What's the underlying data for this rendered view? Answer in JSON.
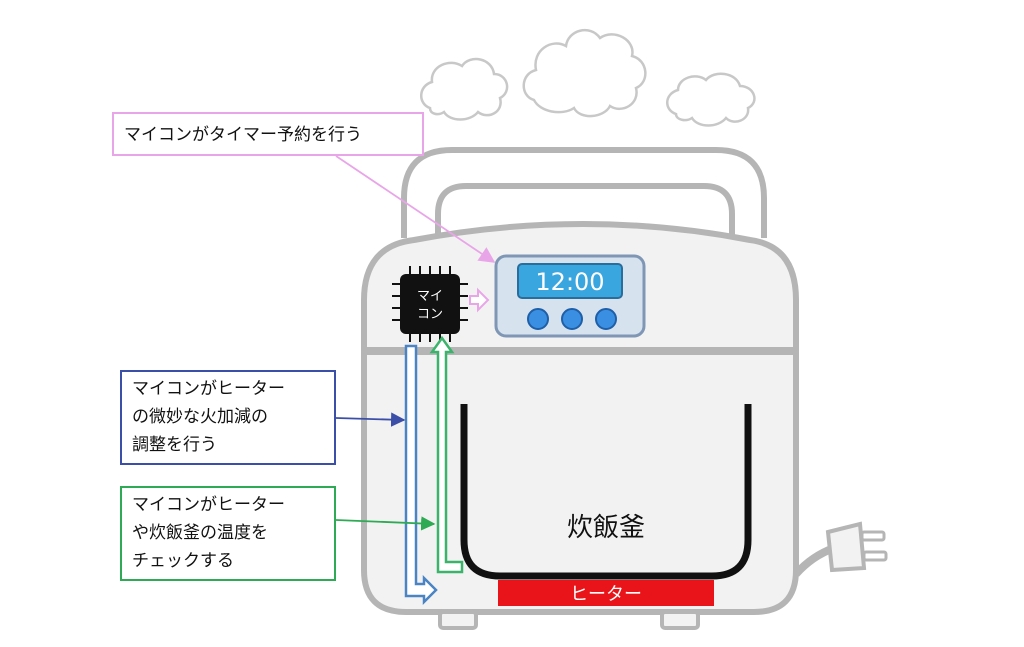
{
  "display": {
    "time": "12:00"
  },
  "chip": {
    "label_line1": "マイ",
    "label_line2": "コン"
  },
  "pot": {
    "label": "炊飯釜"
  },
  "heater": {
    "label": "ヒーター"
  },
  "callouts": {
    "timer": {
      "text": "マイコンがタイマー予約を行う"
    },
    "heat_control": {
      "lines": [
        "マイコンがヒーター",
        "の微妙な火加減の",
        "調整を行う"
      ]
    },
    "temp_check": {
      "lines": [
        "マイコンがヒーター",
        "や炊飯釜の温度を",
        "チェックする"
      ]
    }
  },
  "colors": {
    "body_stroke": "#b5b5b5",
    "steam_stroke": "#c8c8c8",
    "display_frame": "#d6e2ee",
    "display_frame_border": "#7f97b4",
    "display_screen": "#3aa6e0",
    "button_fill": "#3b8fe3",
    "chip": "#111111",
    "heater": "#e8141a",
    "timer_callout": "#e8a6e8",
    "heat_callout": "#3b4fa8",
    "temp_callout": "#2eaa55",
    "heat_arrow": "#4a84c4",
    "temp_arrow": "#3bb36a"
  }
}
